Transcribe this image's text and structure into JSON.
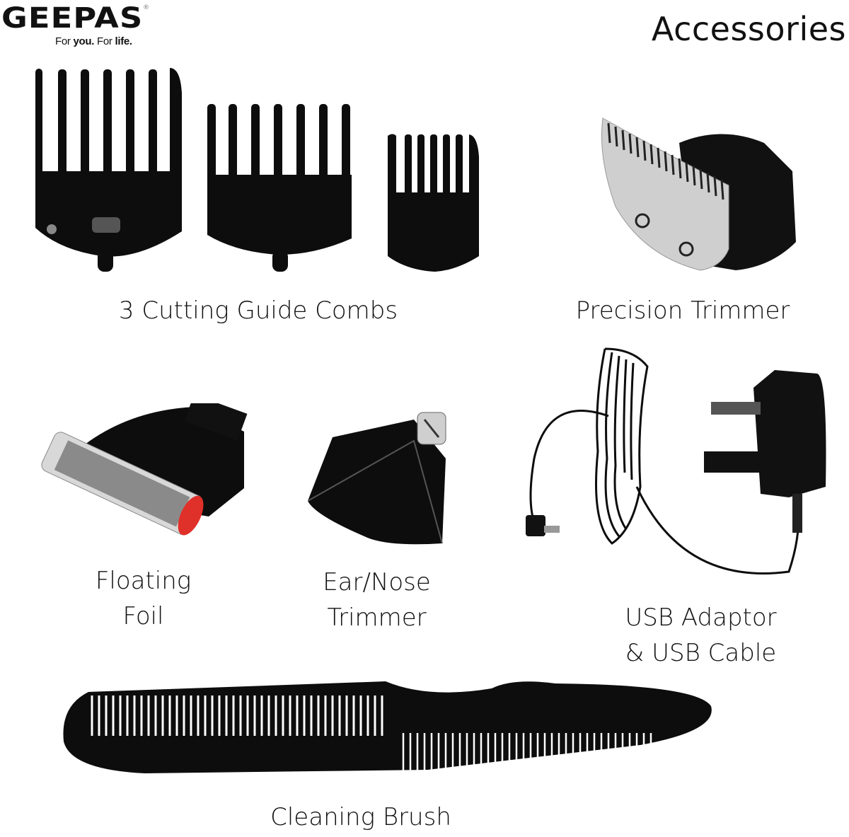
{
  "brand": {
    "name": "GEEPAS",
    "registered_mark": "®",
    "tagline_parts": [
      "For ",
      "you.",
      " For ",
      "life."
    ]
  },
  "header": {
    "title": "Accessories"
  },
  "items": [
    {
      "id": "combs",
      "label": "3 Cutting Guide Combs",
      "icon": "guide-comb-icon"
    },
    {
      "id": "precision-trimmer",
      "label": "Precision Trimmer",
      "icon": "precision-trimmer-icon"
    },
    {
      "id": "floating-foil",
      "label_lines": [
        "Floating",
        "Foil"
      ],
      "icon": "foil-shaver-icon"
    },
    {
      "id": "ear-nose-trimmer",
      "label_lines": [
        "Ear/Nose",
        "Trimmer"
      ],
      "icon": "ear-nose-trimmer-icon"
    },
    {
      "id": "usb-adaptor",
      "label_lines": [
        "USB Adaptor",
        "& USB Cable"
      ],
      "icon": "usb-adaptor-icon"
    },
    {
      "id": "cleaning-brush",
      "label": "Cleaning Brush",
      "icon": "cleaning-brush-icon"
    }
  ],
  "colors": {
    "background": "#ffffff",
    "product_black": "#0d0d0d",
    "foil_accent_red": "#e0302a",
    "metal": "#c9c9c9"
  }
}
